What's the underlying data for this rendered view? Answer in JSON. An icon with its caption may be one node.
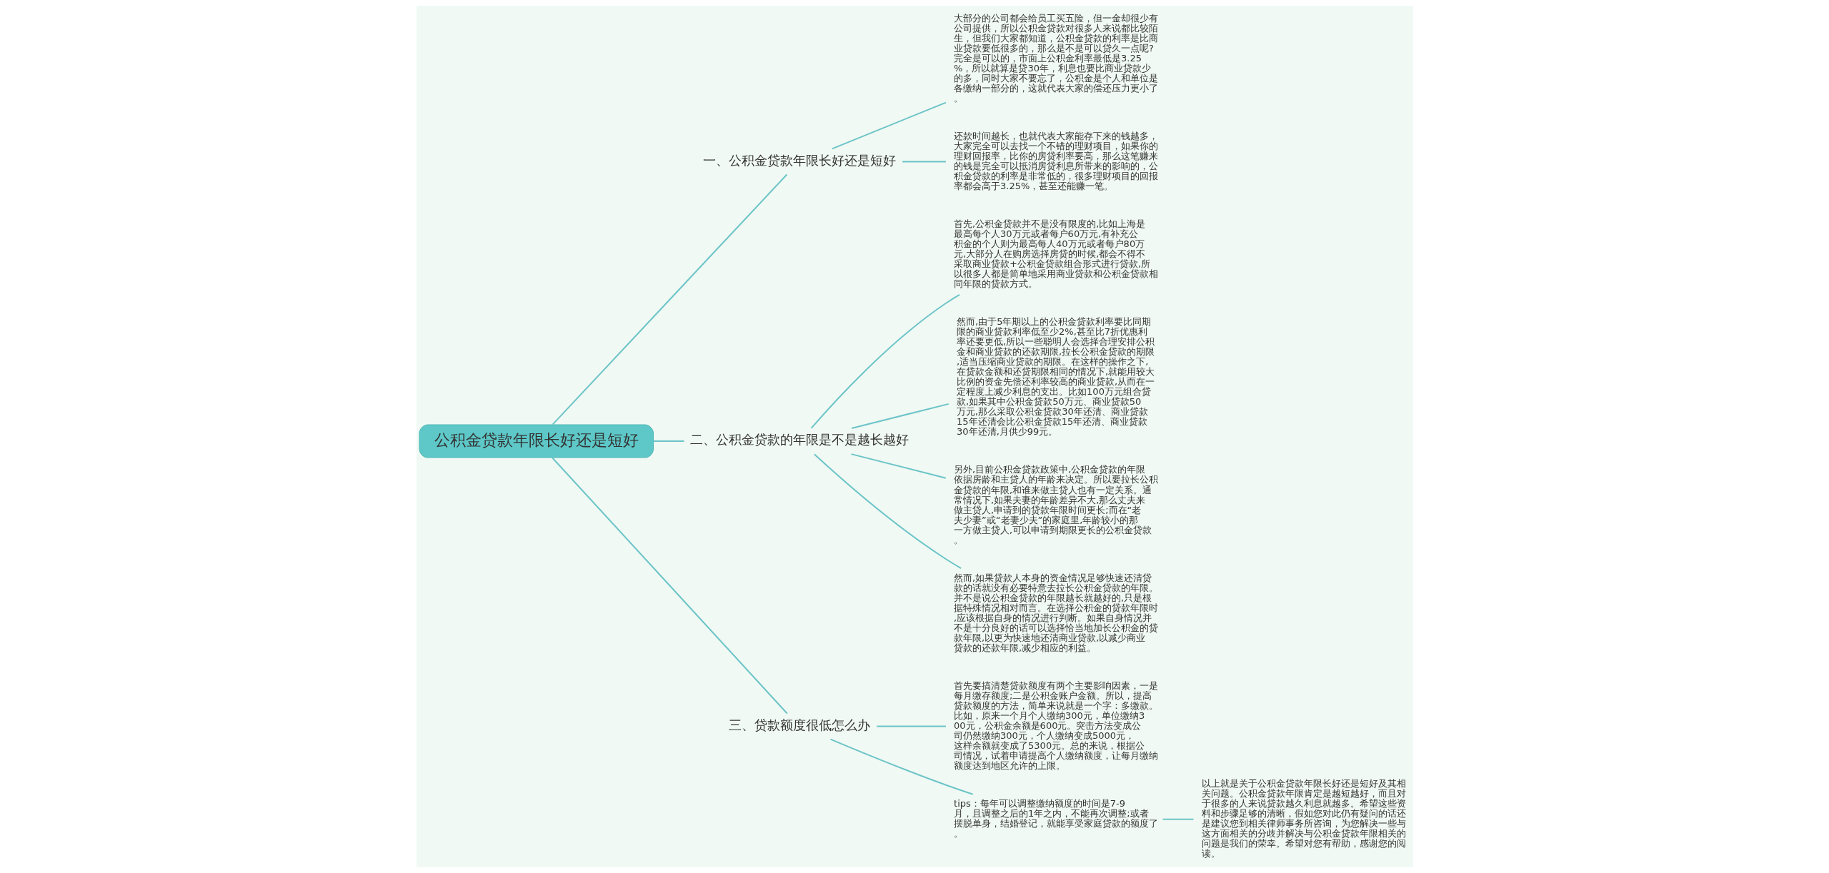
{
  "diagram": {
    "nodes": [
      {
        "text": [
          "公积金贷款年限长好还是短好"
        ]
      },
      {
        "text": [
          "一、公积金贷款年限长好还是短好"
        ]
      },
      {
        "text": [
          "大部分的公司都会给员工买五险，但一金却很少有公司提供，所以公积金贷款对很多人来说都比较陌生，但我们大家都知道，公积金贷款的利率是比商业贷款要低很多的，那么是不是可以贷久一点呢?完全是可以的，市面上公积金利率最低是3.25%，所以就算是贷30年，利息也要比商业贷款少的多，同时大家不要忘了，公积金是个人和单位是各缴纳一部分的，这就代表大家的偿还压力更小了。"
        ]
      },
      {
        "text": [
          "还款时间越长，也就代表大家能存下来的钱越多，大家完全可以去找一个不错的理财项目，如果你的理财回报率，比你的房贷利率要高，那么这笔赚来的钱是完全可以抵消房贷利息所带来的影响的，公积金贷款的利率是非常低的，很多理财项目的回报率都会高于3.25%，甚至还能赚一笔。"
        ]
      },
      {
        "text": [
          "二、公积金贷款的年限是不是越长越好"
        ]
      },
      {
        "text": [
          "首先,公积金贷款并不是没有限度的,比如上海是最高每个人30万元或者每户60万元,有补充公积金的个人则为最高每人40万元或者每户80万元,大部分人在购房选择房贷的时候,都会不得不采取商业贷款+公积金贷款组合形式进行贷款,所以很多人都是简单地采用商业贷款和公积金贷款相同年限的贷款方式。"
        ]
      },
      {
        "text": [
          "然而,由于5年期以上的公积金贷款利率要比同期限的商业贷款利率低至少2%,甚至比7折优惠利率还要更低,所以一些聪明人会选择合理安排公积金和商业贷款的还款期限,拉长公积金贷款的期限,适当压缩商业贷款的期限。在这样的操作之下,在贷款金额和还贷期限相同的情况下,就能用较大比例的资金先偿还利率较高的商业贷款,从而在一定程度上减少利息的支出。比如100万元组合贷款,如果其中公积金贷款50万元、商业贷款50万元,那么采取公积金贷款30年还清、商业贷款15年还清会比公积金贷款15年还清、商业贷款30年还清,月供少99元。"
        ]
      },
      {
        "text": [
          "另外,目前公积金贷款政策中,公积金贷款的年限依据房龄和主贷人的年龄来决定。所以要拉长公积金贷款的年限,和谁来做主贷人也有一定关系。通常情况下,如果夫妻的年龄差异不大,那么丈夫来做主贷人,申请到的贷款年限时间更长;而在“老夫少妻”或“老妻少夫”的家庭里,年龄较小的那一方做主贷人,可以申请到期限更长的公积金贷款。"
        ]
      },
      {
        "text": [
          "然而,如果贷款人本身的资金情况足够快速还清贷款的话就没有必要特意去拉长公积金贷款的年限。并不是说公积金贷款的年限越长就越好的,只是根据特殊情况相对而言。在选择公积金的贷款年限时,应该根据自身的情况进行判断。如果自身情况并不是十分良好的话可以选择恰当地加长公积金的贷款年限,以更为快速地还清商业贷款,以减少商业贷款的还款年限,减少相应的利益。"
        ]
      },
      {
        "text": [
          "三、贷款额度很低怎么办"
        ]
      },
      {
        "text": [
          "首先要搞清楚贷款额度有两个主要影响因素，一是每月缴存额度;二是公积金账户金额。所以，提高贷款额度的方法，简单来说就是一个字：多缴款。比如，原来一个月个人缴纳300元，单位缴纳300元，公积金余额是600元。突击方法变成公司仍然缴纳300元，个人缴纳变成5000元，这样余额就变成了5300元。总的来说，根据公司情况，试着申请提高个人缴纳额度，让每月缴纳额度达到地区允许的上限。"
        ]
      },
      {
        "text": [
          "tips：每年可以调整缴纳额度的时间是7-9月，且调整之后的1年之内，不能再次调整;或者摆脱单身，结婚登记，就能享受家庭贷款的额度了。"
        ]
      },
      {
        "text": [
          "以上就是关于公积金贷款年限长好还是短好及其相关问题。公积金贷款年限肯定是越短越好，而且对于很多的人来说贷款越久利息就越多。希望这些资料和步骤足够的清晰，假如您对此仍有疑问的话还是建议您到相关律师事务所咨询，为您解决一些与这方面相关的分歧并解决与公积金贷款年限相关的问题是我们的荣幸。希望对您有帮助，感谢您的阅读。"
        ]
      }
    ],
    "edges": [
      {
        "from": 0,
        "to": 1,
        "arrow": "none"
      },
      {
        "from": 1,
        "to": 2,
        "arrow": "none"
      },
      {
        "from": 1,
        "to": 3,
        "arrow": "none"
      },
      {
        "from": 0,
        "to": 4,
        "arrow": "none"
      },
      {
        "from": 4,
        "to": 5,
        "arrow": "none"
      },
      {
        "from": 4,
        "to": 6,
        "arrow": "none"
      },
      {
        "from": 4,
        "to": 7,
        "arrow": "none"
      },
      {
        "from": 4,
        "to": 8,
        "arrow": "none"
      },
      {
        "from": 0,
        "to": 9,
        "arrow": "none"
      },
      {
        "from": 9,
        "to": 10,
        "arrow": "none"
      },
      {
        "from": 9,
        "to": 11,
        "arrow": "none"
      },
      {
        "from": 11,
        "to": 12,
        "arrow": "none"
      }
    ]
  }
}
